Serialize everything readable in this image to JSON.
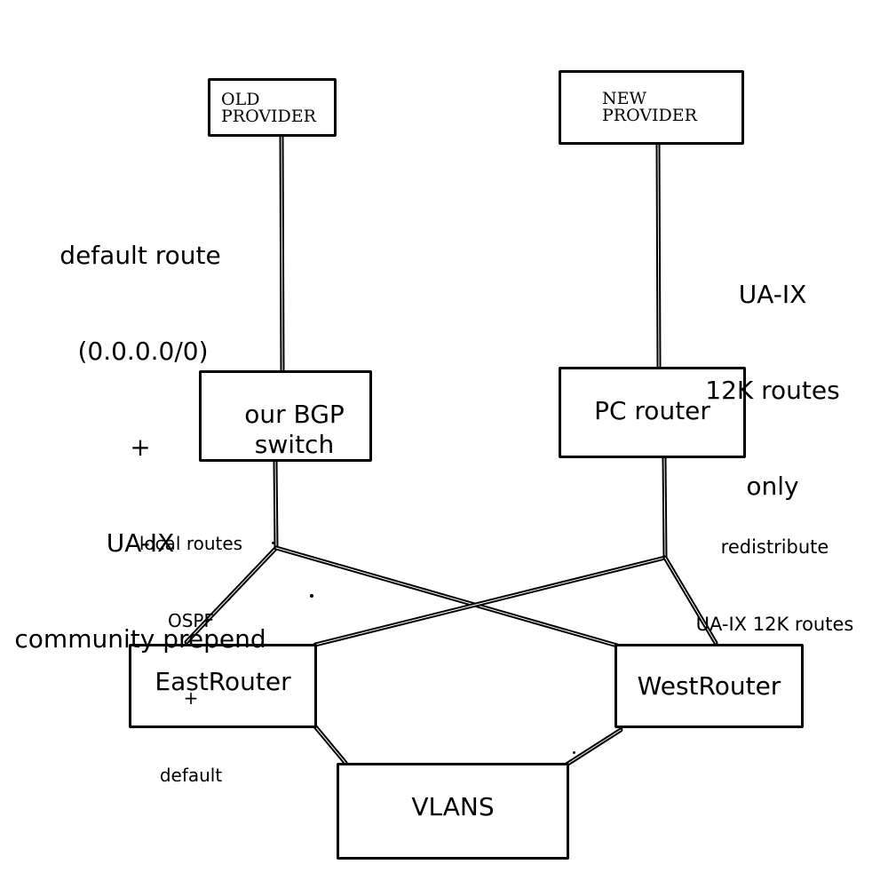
{
  "nodes": {
    "old_provider": {
      "line1": "OLD",
      "line2": "PROVIDER"
    },
    "new_provider": {
      "line1": "NEW",
      "line2": "PROVIDER"
    },
    "bgp_switch": {
      "line1": "our BGP",
      "line2": "switch"
    },
    "pc_router": {
      "label": "PC router"
    },
    "east_router": {
      "label": "EastRouter"
    },
    "west_router": {
      "label": "WestRouter"
    },
    "vlans": {
      "label": "VLANS"
    }
  },
  "annotations": {
    "old_provider_link": [
      "default route",
      "(0.0.0.0/0)",
      "+",
      "UA-IX",
      "community prepend"
    ],
    "new_provider_link": [
      "UA-IX",
      "12K routes",
      "only"
    ],
    "bgp_switch_down": [
      "local routes",
      "OSPF",
      "+",
      "default"
    ],
    "pc_router_down": [
      "redistribute",
      "UA-IX 12K routes"
    ]
  },
  "colors": {
    "line": "#000000",
    "background": "#ffffff"
  }
}
